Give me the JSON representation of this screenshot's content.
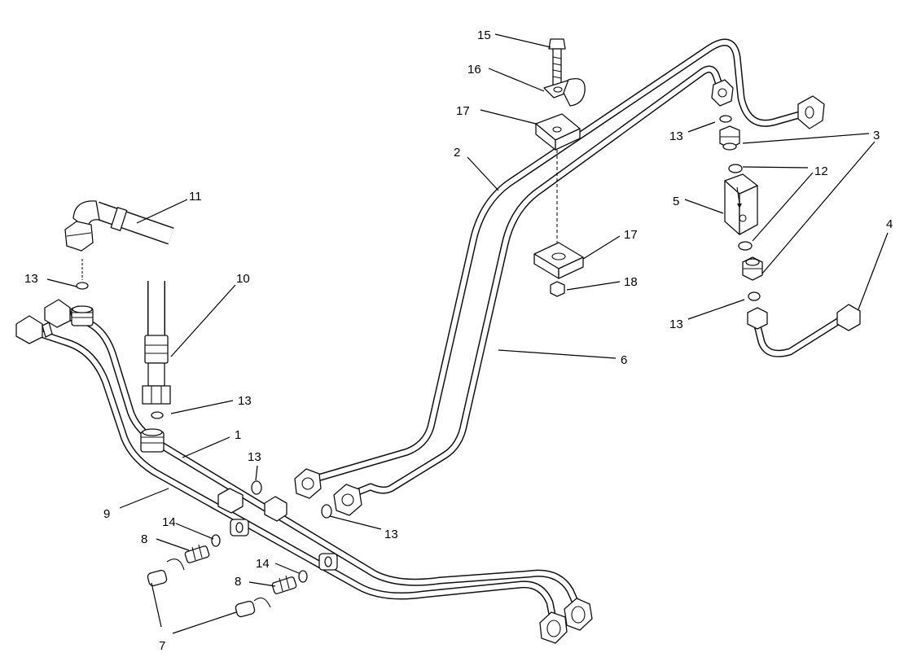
{
  "callouts": [
    {
      "id": "c15",
      "text": "15"
    },
    {
      "id": "c16",
      "text": "16"
    },
    {
      "id": "c17a",
      "text": "17"
    },
    {
      "id": "c17b",
      "text": "17"
    },
    {
      "id": "c18",
      "text": "18"
    },
    {
      "id": "c2",
      "text": "2"
    },
    {
      "id": "c3",
      "text": "3"
    },
    {
      "id": "c12",
      "text": "12"
    },
    {
      "id": "c13a",
      "text": "13"
    },
    {
      "id": "c5",
      "text": "5"
    },
    {
      "id": "c4",
      "text": "4"
    },
    {
      "id": "c13b",
      "text": "13"
    },
    {
      "id": "c6",
      "text": "6"
    },
    {
      "id": "c11",
      "text": "11"
    },
    {
      "id": "c10",
      "text": "10"
    },
    {
      "id": "c13c",
      "text": "13"
    },
    {
      "id": "c13d",
      "text": "13"
    },
    {
      "id": "c1",
      "text": "1"
    },
    {
      "id": "c13e",
      "text": "13"
    },
    {
      "id": "c13f",
      "text": "13"
    },
    {
      "id": "c9",
      "text": "9"
    },
    {
      "id": "c14a",
      "text": "14"
    },
    {
      "id": "c8a",
      "text": "8"
    },
    {
      "id": "c14b",
      "text": "14"
    },
    {
      "id": "c8b",
      "text": "8"
    },
    {
      "id": "c7",
      "text": "7"
    }
  ]
}
